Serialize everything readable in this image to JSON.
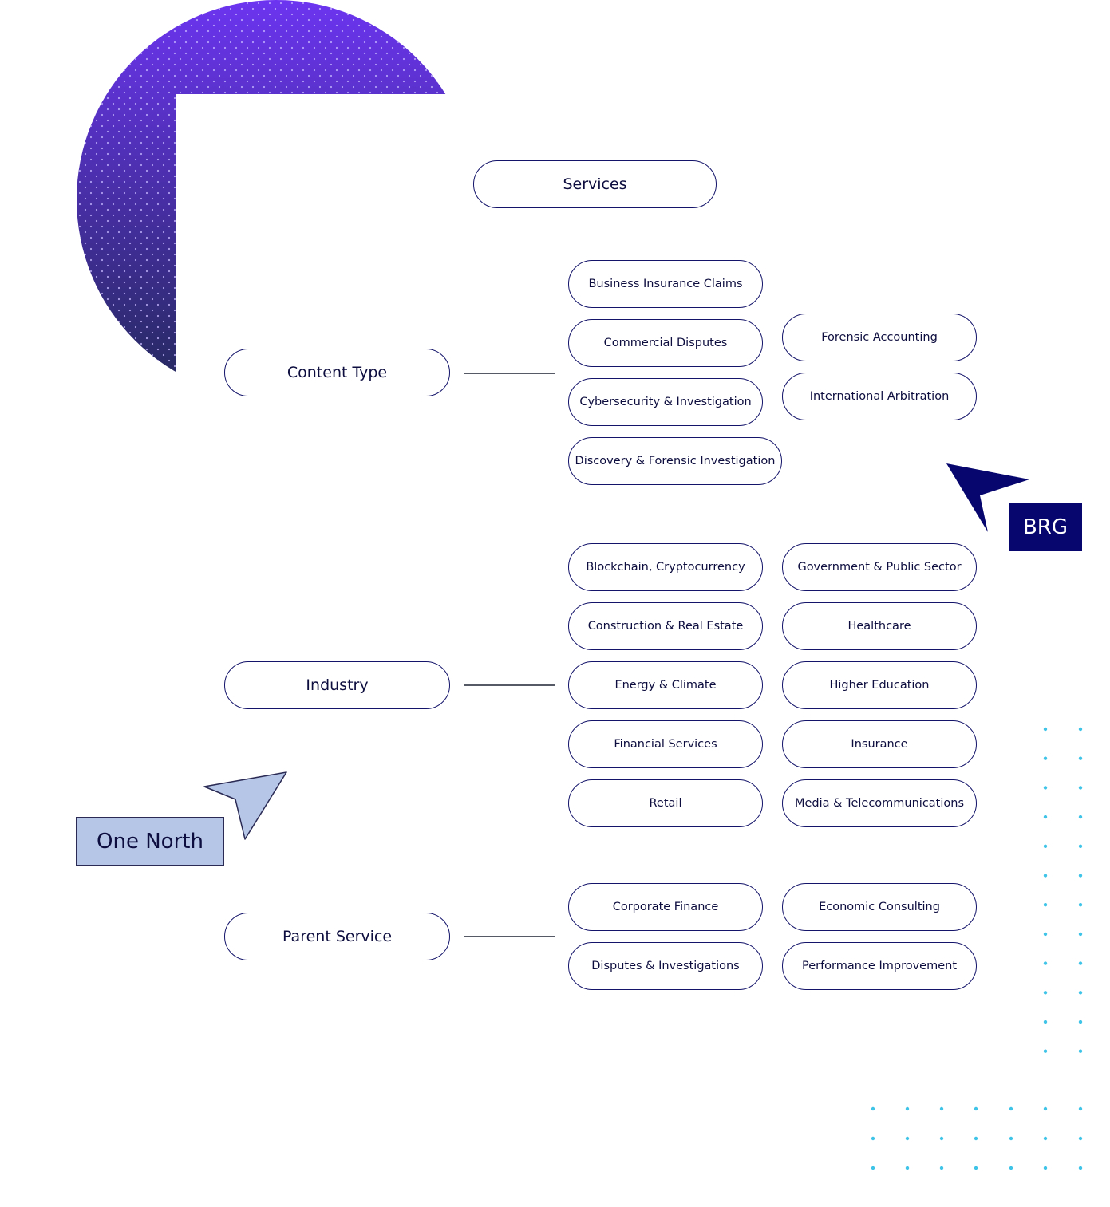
{
  "root": {
    "label": "Services"
  },
  "categories": [
    {
      "label": "Content Type",
      "items": [
        "Business Insurance Claims",
        "Commercial Disputes",
        "Cybersecurity & Investigation",
        "Discovery & Forensic Investigation",
        "Forensic Accounting",
        "International Arbitration"
      ]
    },
    {
      "label": "Industry",
      "items": [
        "Blockchain, Cryptocurrency",
        "Construction & Real Estate",
        "Energy & Climate",
        "Financial Services",
        "Retail",
        "Government & Public Sector",
        "Healthcare",
        "Higher Education",
        "Insurance",
        "Media & Telecommunications"
      ]
    },
    {
      "label": "Parent Service",
      "items": [
        "Corporate Finance",
        "Disputes & Investigations",
        "Economic Consulting",
        "Performance Improvement"
      ]
    }
  ],
  "badges": {
    "brg": "BRG",
    "one_north": "One North"
  },
  "colors": {
    "navy": "#06066e",
    "pill_border": "#14146b",
    "circle_top": "#6c34f0",
    "circle_bottom": "#23295a",
    "light_blue": "#b5c6e6",
    "dot_cyan": "#3fc4e8"
  }
}
